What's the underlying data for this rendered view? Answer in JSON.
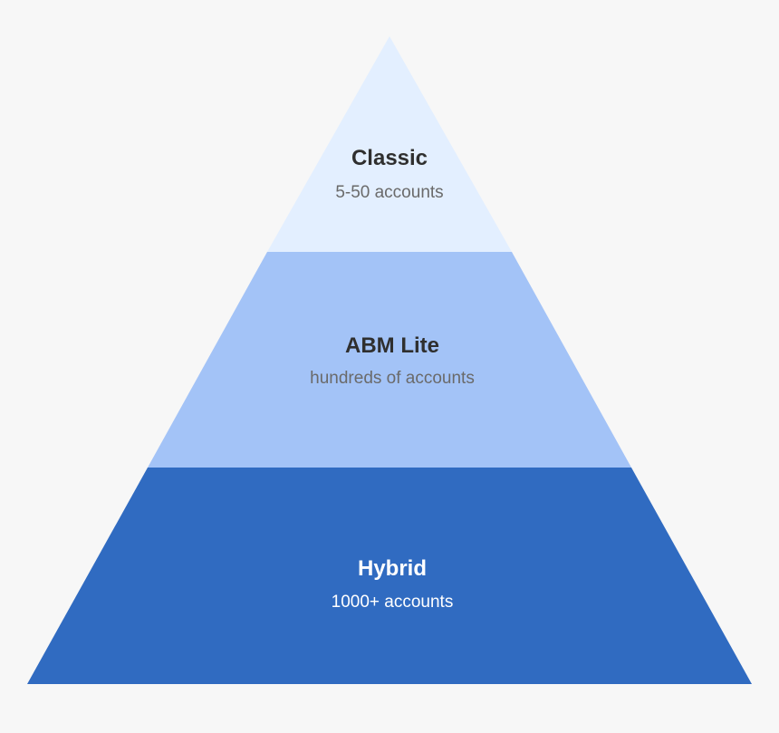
{
  "colors": {
    "background": "#f7f7f7",
    "tier_top": "#e3efff",
    "tier_middle": "#a3c3f7",
    "tier_bottom": "#306bc1",
    "text_dark": "#2f2f2f",
    "text_muted": "#6a6a6a",
    "text_light": "#ffffff"
  },
  "pyramid": {
    "tiers": [
      {
        "title": "Classic",
        "subtitle": "5-50 accounts"
      },
      {
        "title": "ABM Lite",
        "subtitle": "hundreds of accounts"
      },
      {
        "title": "Hybrid",
        "subtitle": "1000+ accounts"
      }
    ]
  }
}
